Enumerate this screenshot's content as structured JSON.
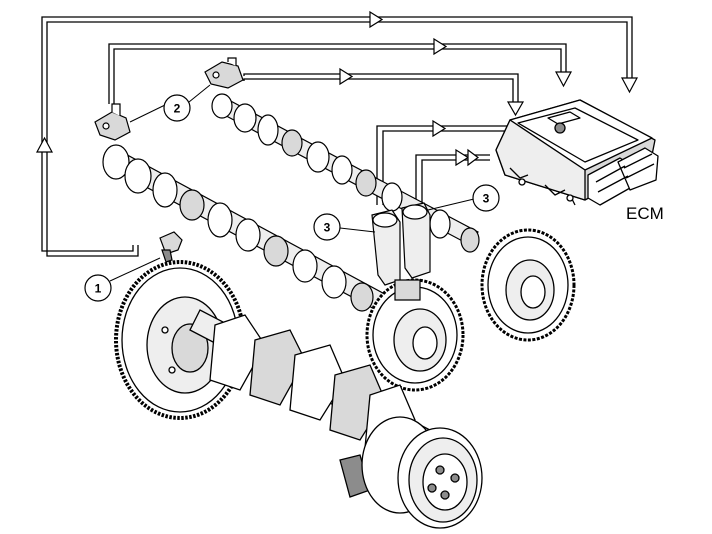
{
  "ecm_label": "ECM",
  "callouts": {
    "crank_sensor": "1",
    "cam_sensors": "2",
    "vvt_left": "3",
    "vvt_right": "3"
  },
  "colors": {
    "line": "#000000",
    "part_fill": "#ffffff",
    "shade": "#d9d9d9",
    "dark_shade": "#8c8c8c"
  },
  "components": [
    "crankshaft",
    "flywheel",
    "crankshaft-pulley",
    "intake-camshaft",
    "exhaust-camshaft",
    "camshaft-position-sensors",
    "crankshaft-position-sensor",
    "vvt-solenoids",
    "cam-sprockets",
    "engine-control-module"
  ]
}
